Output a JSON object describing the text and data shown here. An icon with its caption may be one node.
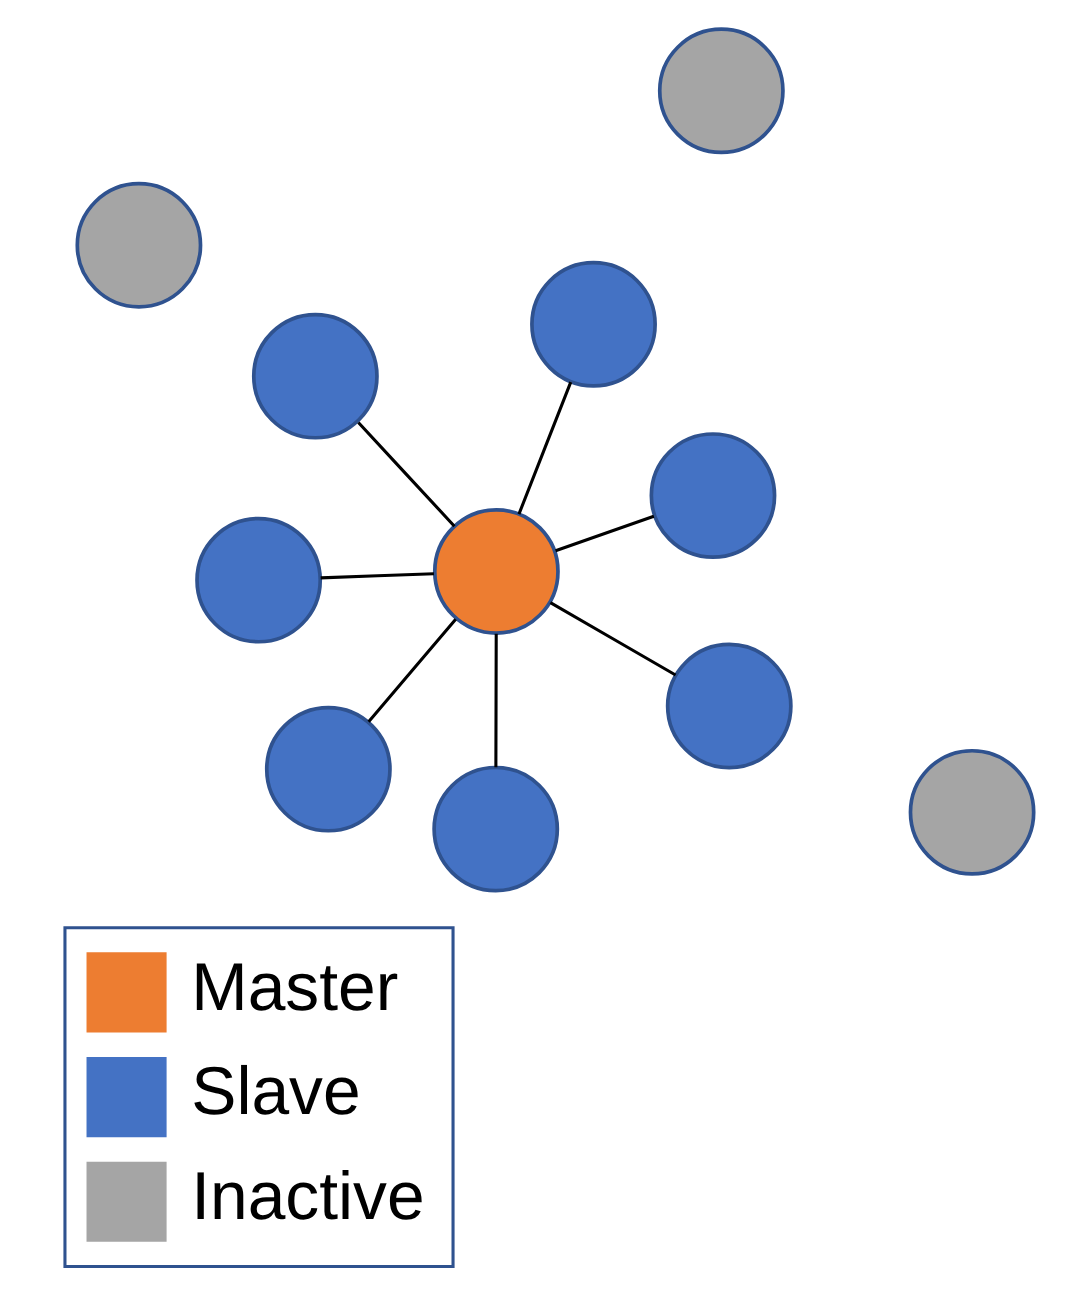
{
  "diagram": {
    "nodes": [
      {
        "text": [],
        "shape": "circle"
      },
      {
        "text": [],
        "shape": "circle"
      },
      {
        "text": [],
        "shape": "circle"
      },
      {
        "text": [],
        "shape": "circle"
      },
      {
        "text": [],
        "shape": "circle"
      },
      {
        "text": [],
        "shape": "circle"
      },
      {
        "text": [],
        "shape": "circle"
      },
      {
        "text": [],
        "shape": "circle"
      },
      {
        "text": [],
        "shape": "circle"
      },
      {
        "text": [],
        "shape": "circle"
      },
      {
        "text": [],
        "shape": "circle"
      }
    ],
    "edges": [
      {
        "from": 6,
        "to": 1,
        "arrow": "none"
      },
      {
        "from": 6,
        "to": 2,
        "arrow": "none"
      },
      {
        "from": 6,
        "to": 3,
        "arrow": "none"
      },
      {
        "from": 6,
        "to": 7,
        "arrow": "none"
      },
      {
        "from": 6,
        "to": 8,
        "arrow": "none"
      },
      {
        "from": 6,
        "to": 9,
        "arrow": "none"
      },
      {
        "from": 6,
        "to": 10,
        "arrow": "none"
      }
    ],
    "legend": [
      {
        "text": "Master",
        "color": "#ed7d31"
      },
      {
        "text": "Slave",
        "color": "#4472c4"
      },
      {
        "text": "Inactive",
        "color": "#a5a5a5"
      }
    ]
  }
}
